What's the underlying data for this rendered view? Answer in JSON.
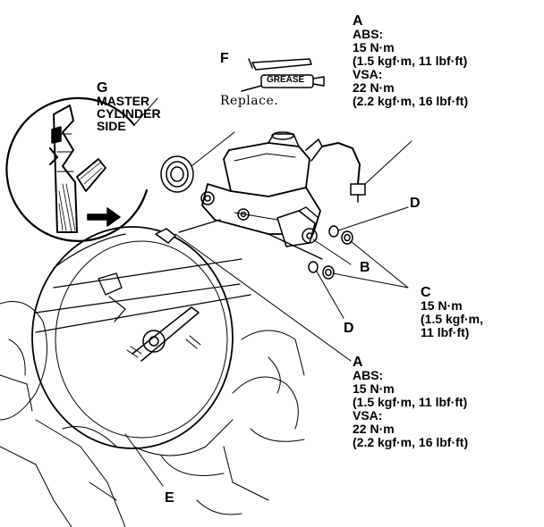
{
  "callouts": {
    "a_top": {
      "letter": "A",
      "abs_label": "ABS:",
      "abs_torque_nm": "15 N·m",
      "abs_torque_alt": "(1.5 kgf·m, 11 lbf·ft)",
      "vsa_label": "VSA:",
      "vsa_torque_nm": "22 N·m",
      "vsa_torque_alt": "(2.2 kgf·m, 16 lbf·ft)"
    },
    "a_bottom": {
      "letter": "A",
      "abs_label": "ABS:",
      "abs_torque_nm": "15 N·m",
      "abs_torque_alt": "(1.5 kgf·m, 11 lbf·ft)",
      "vsa_label": "VSA:",
      "vsa_torque_nm": "22 N·m",
      "vsa_torque_alt": "(2.2 kgf·m, 16 lbf·ft)"
    },
    "b": {
      "letter": "B"
    },
    "c": {
      "letter": "C",
      "torque_nm": "15 N·m",
      "torque_alt_1": "(1.5 kgf·m,",
      "torque_alt_2": "11 lbf·ft)"
    },
    "d_upper": {
      "letter": "D"
    },
    "d_lower": {
      "letter": "D"
    },
    "e": {
      "letter": "E"
    },
    "f": {
      "letter": "F",
      "grease_label": "GREASE",
      "replace_text": "Replace."
    },
    "g": {
      "letter": "G",
      "line1": "MASTER",
      "line2": "CYLINDER",
      "line3": "SIDE"
    }
  },
  "colors": {
    "ink": "#000000",
    "paper": "#ffffff"
  }
}
